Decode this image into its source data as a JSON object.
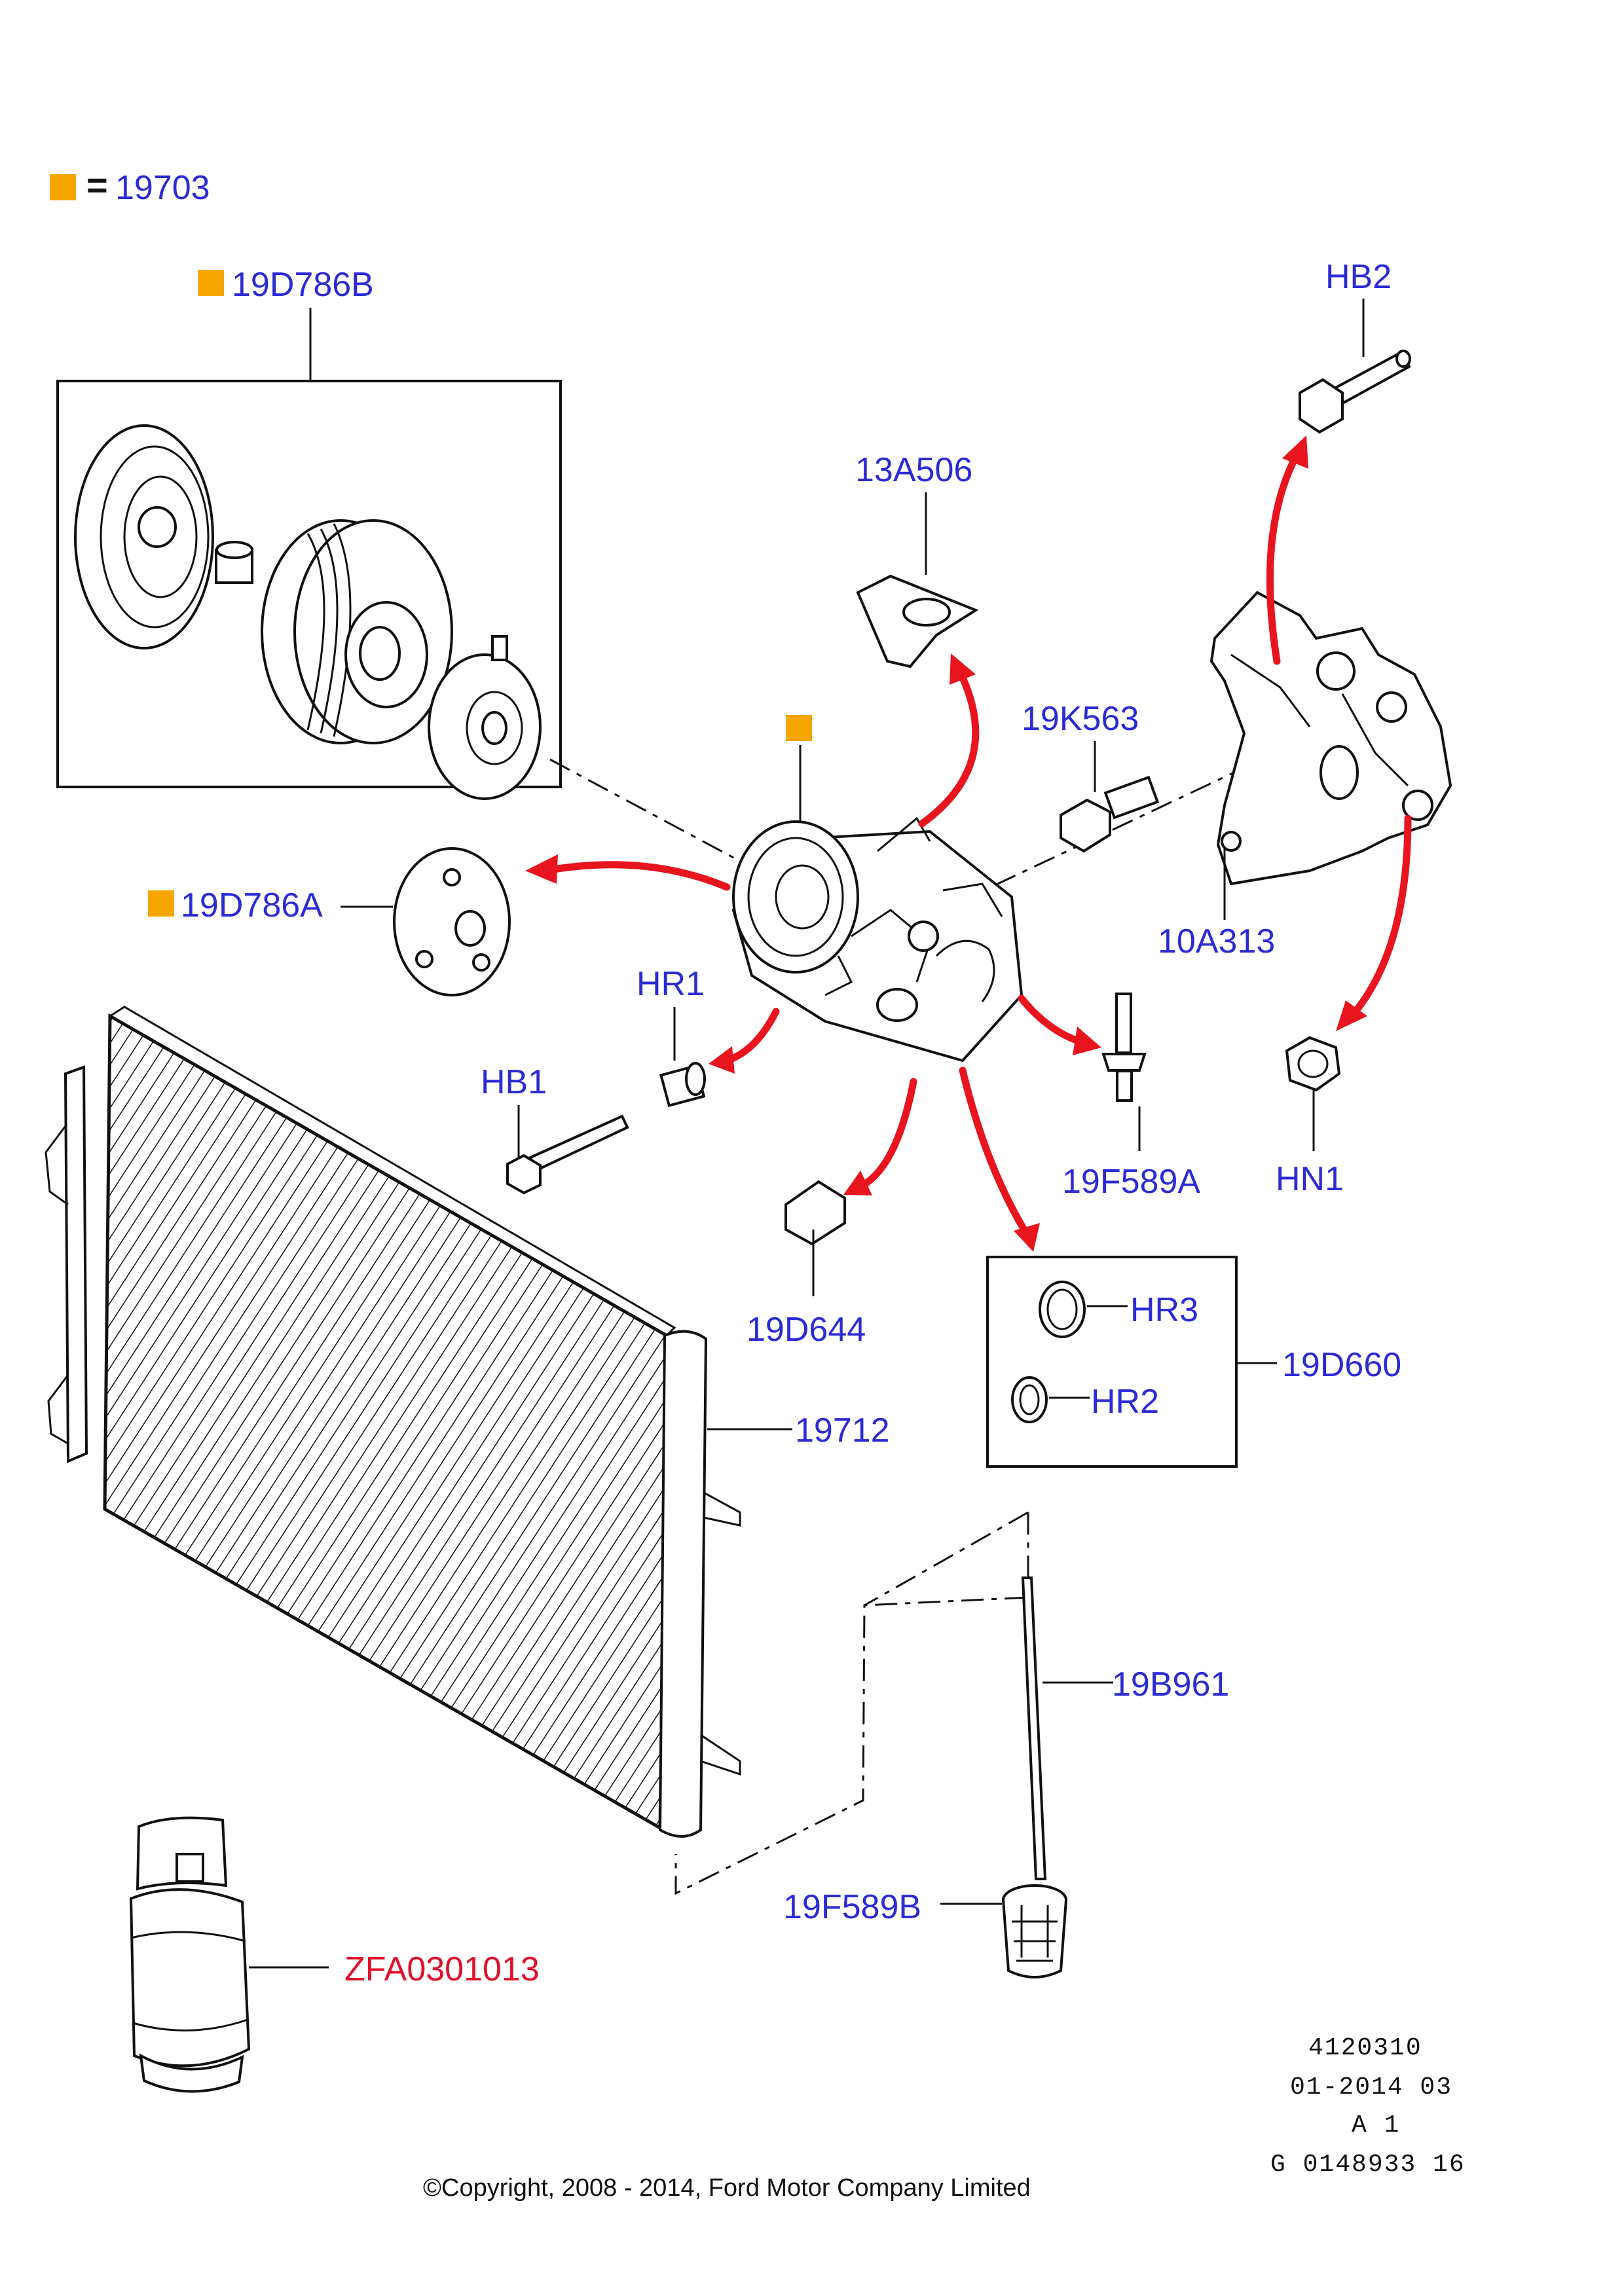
{
  "legend": {
    "marker_color": "#f7a600",
    "equals": "=",
    "code": "19703"
  },
  "labels": {
    "l19D786B": "19D786B",
    "l13A506": "13A506",
    "lHB2": "HB2",
    "l19K563": "19K563",
    "l10A313": "10A313",
    "l19D786A": "19D786A",
    "lHR1": "HR1",
    "lHB1": "HB1",
    "l19F589A": "19F589A",
    "lHN1": "HN1",
    "l19D644": "19D644",
    "lHR3": "HR3",
    "lHR2": "HR2",
    "l19D660": "19D660",
    "l19712": "19712",
    "l19B961": "19B961",
    "l19F589B": "19F589B",
    "lZFA": "ZFA0301013"
  },
  "colors": {
    "label_blue": "#2b2bd6",
    "label_red": "#e0102a",
    "arrow_red": "#e8141e",
    "marker_orange": "#f7a600"
  },
  "meta": {
    "line1": "4120310",
    "line2": "01-2014 03",
    "line3": "A 1",
    "line4": "G 0148933 16"
  },
  "copyright": "©Copyright, 2008 - 2014, Ford Motor Company Limited"
}
